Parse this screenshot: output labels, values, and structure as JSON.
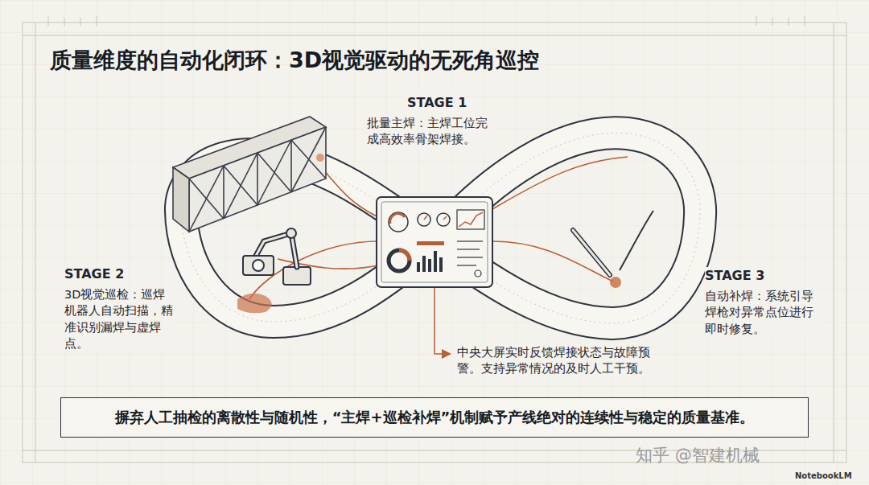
{
  "diagram": {
    "title": "质量维度的自动化闭环：3D视觉驱动的无死角巡控",
    "nodes": [
      {
        "text": [
          "摒弃人工抽检的离散性与随机性，“主焊+巡检补焊”机制赋予产线绝对的连续性与稳定的质量基准。"
        ]
      }
    ],
    "labels": [
      "STAGE 1",
      "批量主焊：主焊工位完成高效率骨架焊接。",
      "STAGE 2",
      "3D视觉巡检：巡焊机器人自动扫描，精准识别漏焊与虚焊点。",
      "STAGE 3",
      "自动补焊：系统引导焊枪对异常点位进行即时修复。",
      "中央大屏实时反馈焊接状态与故障预警。支持异常情况的及时人工干预。",
      "知乎 @智建机械",
      "NotebookLM"
    ]
  }
}
